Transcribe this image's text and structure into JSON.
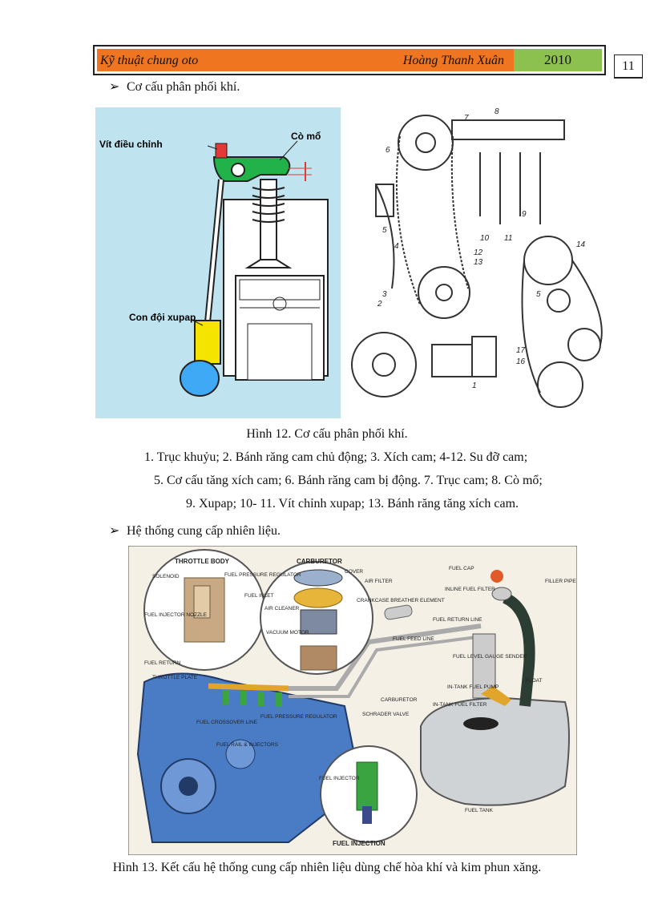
{
  "header": {
    "subject": "Kỹ thuật chung oto",
    "author": "Hoàng Thanh Xuân",
    "year": "2010",
    "page_number": "11"
  },
  "section1": {
    "bullet": "➢",
    "title": "Cơ cấu phân phối khí."
  },
  "figure12": {
    "label_adjust_screw": "Vít điều chỉnh",
    "label_rocker": "Cò mổ",
    "label_tappet": "Con đội xupap",
    "part_numbers": [
      "7",
      "8",
      "6",
      "9",
      "10",
      "11",
      "12",
      "13",
      "5",
      "4",
      "3",
      "2",
      "1",
      "14",
      "5",
      "17",
      "16"
    ],
    "caption": "Hình 12. Cơ cấu phân phối khí.",
    "legend_lines": [
      "1.   Trục khuỷu; 2. Bánh răng cam chủ động; 3. Xích cam; 4-12. Su đỡ cam;",
      "5. Cơ cấu tăng xích cam; 6. Bánh răng cam bị động. 7. Trục cam; 8. Cò mổ;",
      "9. Xupap; 10- 11. Vít chỉnh xupap; 13. Bánh răng tăng xích cam."
    ]
  },
  "section2": {
    "bullet": "➢",
    "title": "Hệ thống cung cấp nhiên liệu."
  },
  "figure13": {
    "labels": {
      "throttle_body": "THROTTLE BODY",
      "carburetor_title": "CARBURETOR",
      "solenoid": "SOLENOID",
      "fuel_pressure_regulator": "FUEL PRESSURE REGULATOR",
      "fuel_inlet": "FUEL INLET",
      "fuel_injector_nozzle": "FUEL INJECTOR NOZZLE",
      "fuel_return": "FUEL RETURN",
      "throttle_plate": "THROTTLE PLATE",
      "cover": "COVER",
      "air_filter": "AIR FILTER",
      "air_cleaner": "AIR CLEANER",
      "crankcase": "CRANKCASE BREATHER ELEMENT",
      "vacuum_motor": "VACUUM MOTOR",
      "fuel_cap": "FUEL CAP",
      "filler_pipe": "FILLER PIPE",
      "inline_fuel_filter": "INLINE FUEL FILTER",
      "fuel_return_line": "FUEL RETURN LINE",
      "fuel_feed_line": "FUEL FEED LINE",
      "fuel_level_gauge": "FUEL LEVEL GAUGE SENDER",
      "float": "FLOAT",
      "in_tank_pump": "IN-TANK FUEL PUMP",
      "in_tank_filter": "IN-TANK FUEL FILTER",
      "carburetor": "CARBURETOR",
      "schrader_valve": "SCHRADER VALVE",
      "fuel_crossover": "FUEL CROSSOVER LINE",
      "fuel_rail": "FUEL RAIL & INJECTORS",
      "fuel_pressure_regulator2": "FUEL PRESSURE REGULATOR",
      "fuel_injector": "FUEL INJECTOR",
      "fuel_injection": "FUEL INJECTION",
      "fuel_tank": "FUEL TANK"
    },
    "caption": "Hình 13. Kết cấu hệ thống cung cấp nhiên liệu dùng chế hòa khí và kim phun xăng."
  }
}
